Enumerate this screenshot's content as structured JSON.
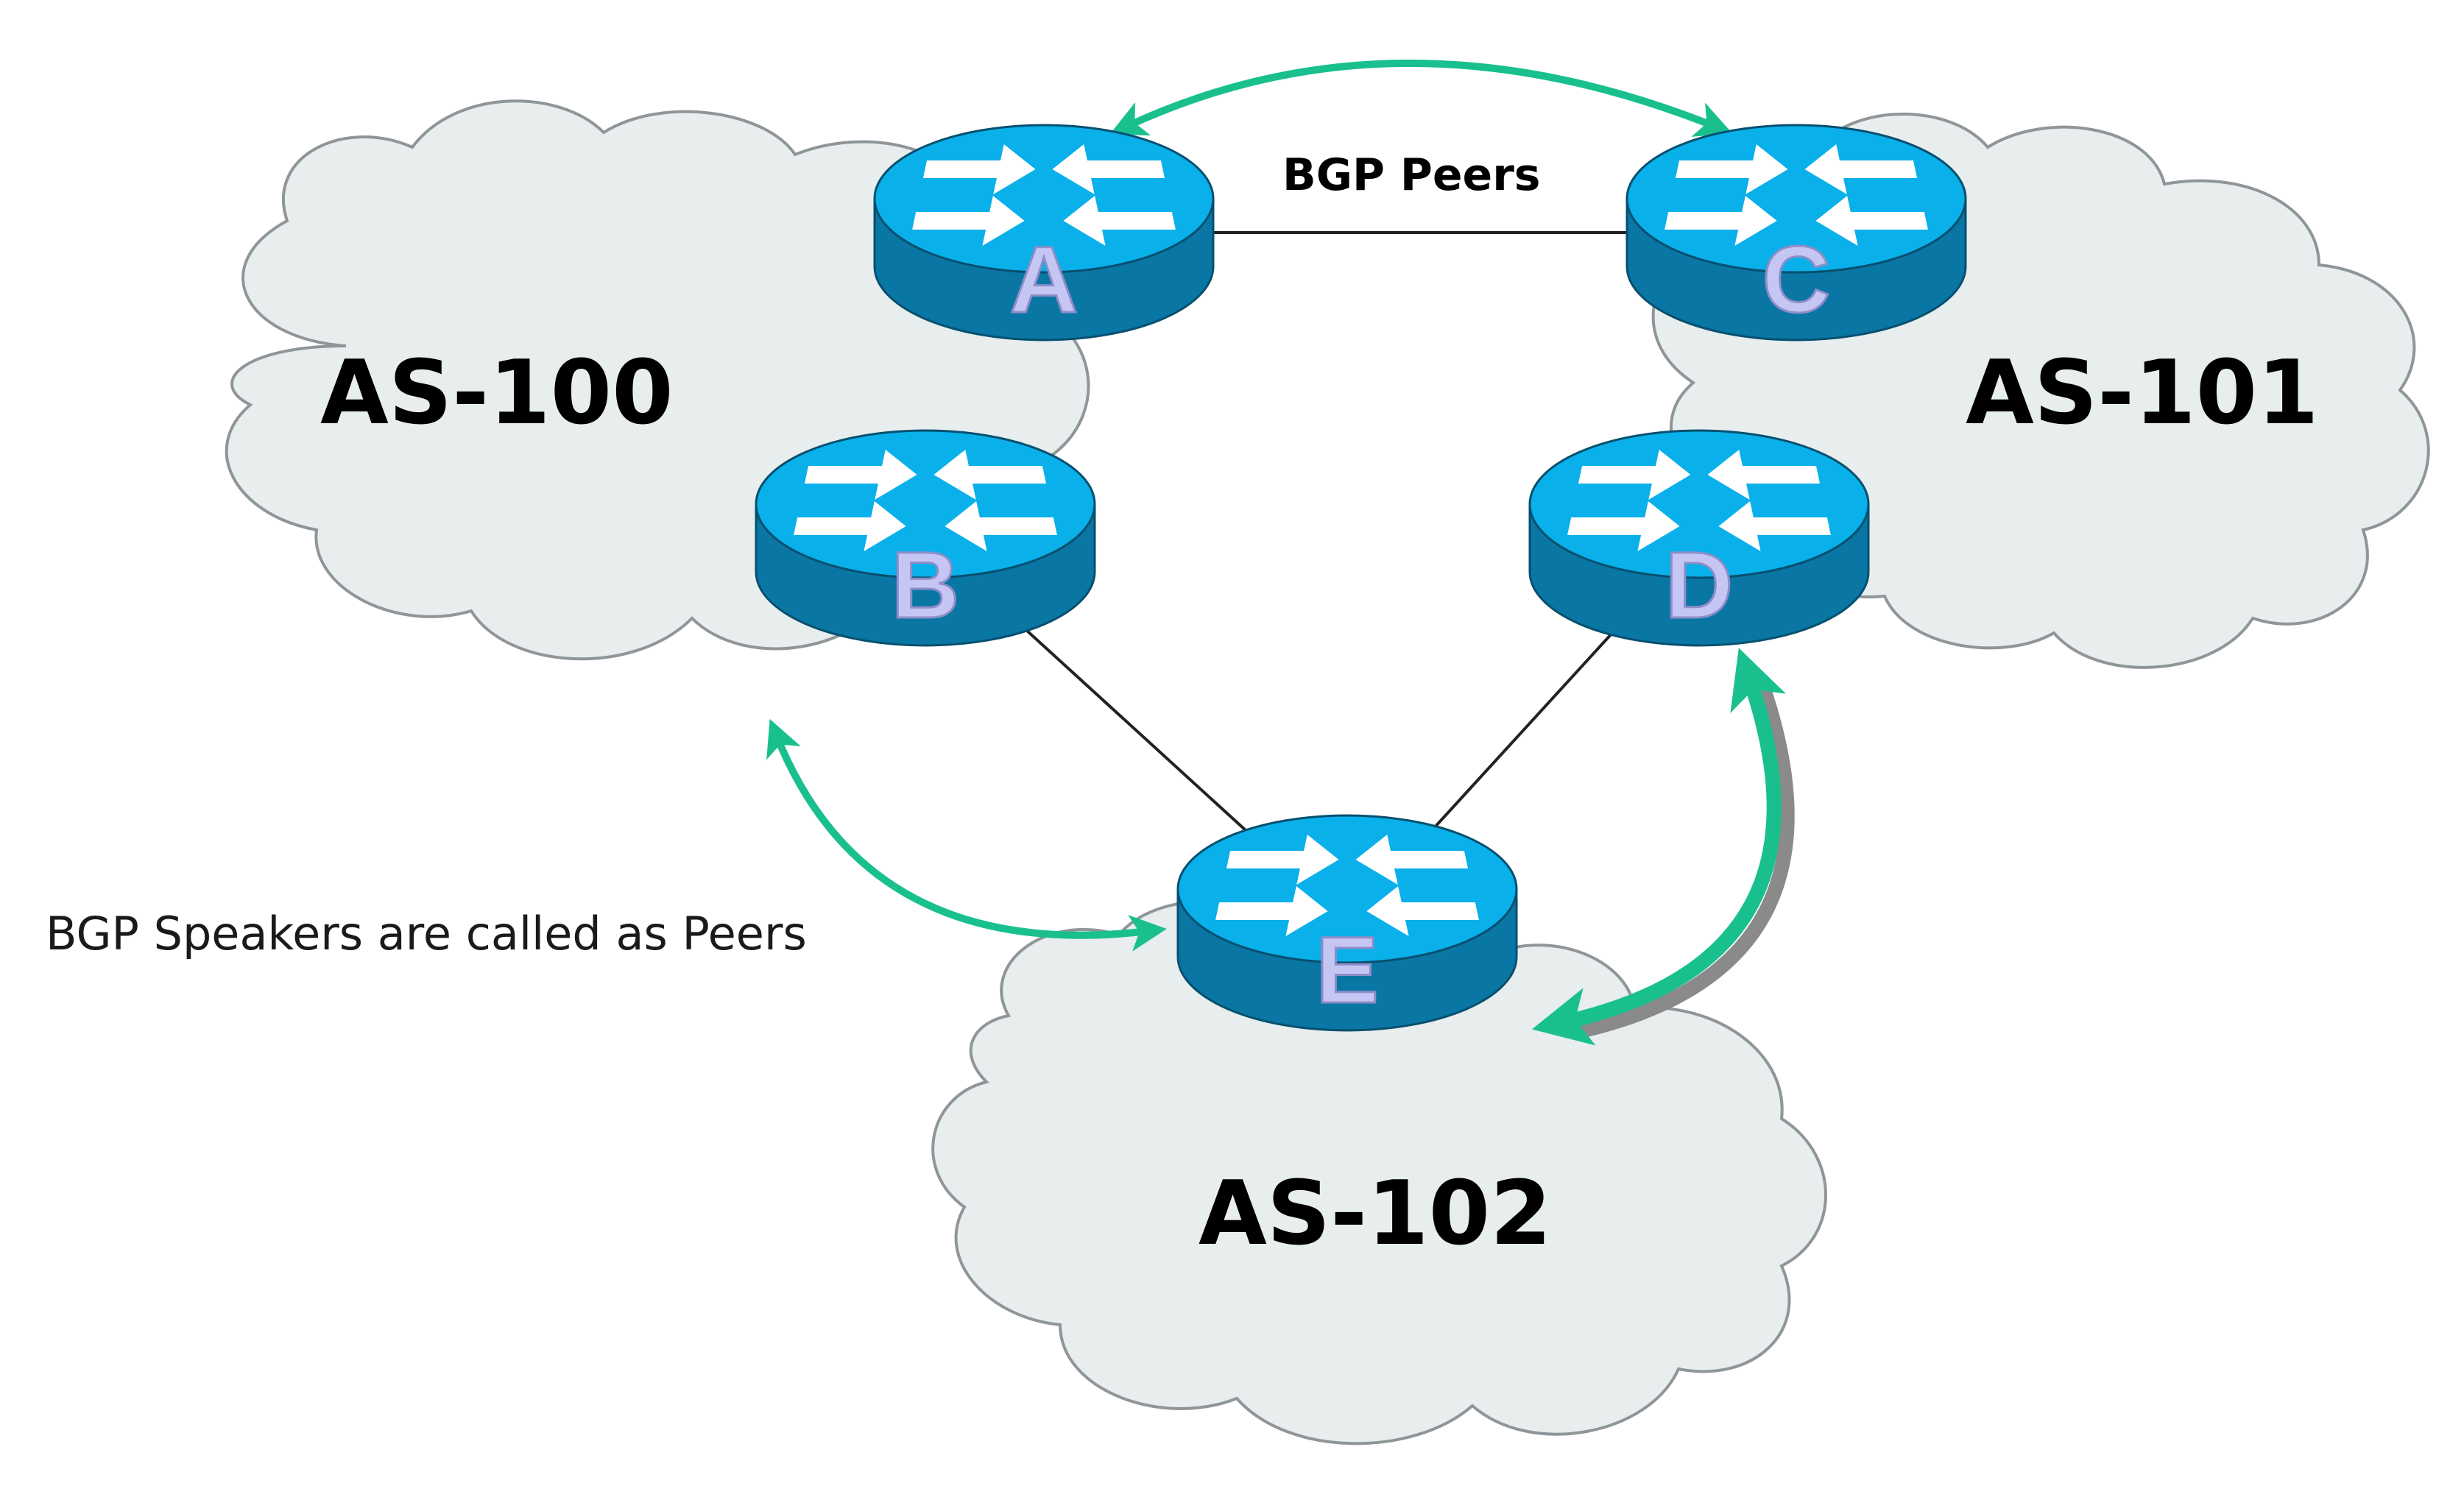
{
  "clouds": [
    {
      "id": "as100",
      "label": "AS-100"
    },
    {
      "id": "as101",
      "label": "AS-101"
    },
    {
      "id": "as102",
      "label": "AS-102"
    }
  ],
  "routers": [
    {
      "id": "A",
      "label": "A"
    },
    {
      "id": "B",
      "label": "B"
    },
    {
      "id": "C",
      "label": "C"
    },
    {
      "id": "D",
      "label": "D"
    },
    {
      "id": "E",
      "label": "E"
    }
  ],
  "links": [
    {
      "from": "A",
      "to": "C"
    },
    {
      "from": "B",
      "to": "E"
    },
    {
      "from": "D",
      "to": "E"
    }
  ],
  "annotations": {
    "bgp_peers": "BGP Peers",
    "speakers_note": "BGP Speakers are called as Peers"
  },
  "colors": {
    "cloud_fill": "#e8eded",
    "cloud_stroke": "#8f9598",
    "router_top": "#0ab0ea",
    "router_side": "#0a76a4",
    "arrow": "#19c08e",
    "link": "#222222"
  }
}
